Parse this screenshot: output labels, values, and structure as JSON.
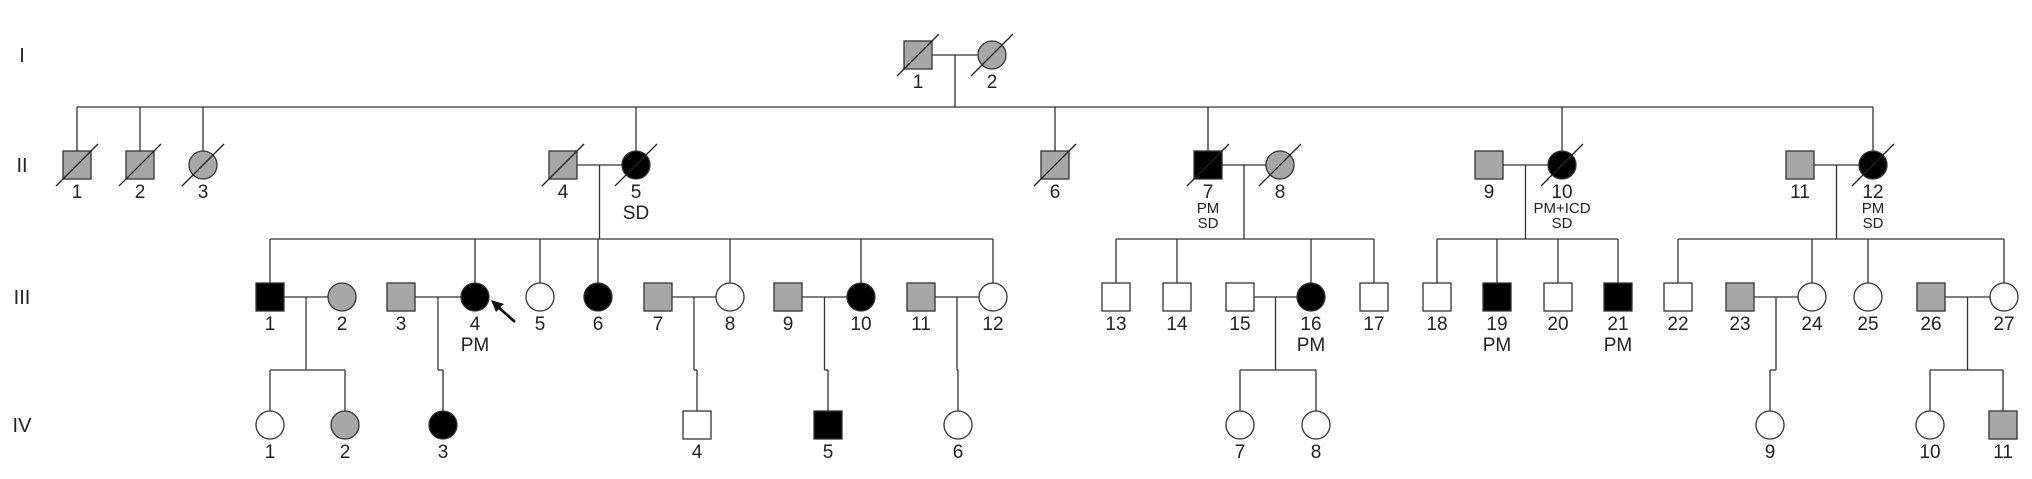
{
  "generations": [
    "I",
    "II",
    "III",
    "IV"
  ],
  "colors": {
    "affected": "#000000",
    "suspected": "#a7a7a7",
    "unaffected": "#ffffff",
    "line": "#333333"
  },
  "people": [
    {
      "id": "I-1",
      "gen": "I",
      "label": "1",
      "sex": "male",
      "status": "suspected",
      "deceased": true
    },
    {
      "id": "I-2",
      "gen": "I",
      "label": "2",
      "sex": "female",
      "status": "suspected",
      "deceased": true
    },
    {
      "id": "II-1",
      "gen": "II",
      "label": "1",
      "sex": "male",
      "status": "suspected",
      "deceased": true
    },
    {
      "id": "II-2",
      "gen": "II",
      "label": "2",
      "sex": "male",
      "status": "suspected",
      "deceased": true
    },
    {
      "id": "II-3",
      "gen": "II",
      "label": "3",
      "sex": "female",
      "status": "suspected",
      "deceased": true
    },
    {
      "id": "II-4",
      "gen": "II",
      "label": "4",
      "sex": "male",
      "status": "suspected",
      "deceased": true
    },
    {
      "id": "II-5",
      "gen": "II",
      "label": "5",
      "sex": "female",
      "status": "affected",
      "deceased": true,
      "notes": [
        "SD"
      ]
    },
    {
      "id": "II-6",
      "gen": "II",
      "label": "6",
      "sex": "male",
      "status": "suspected",
      "deceased": true
    },
    {
      "id": "II-7",
      "gen": "II",
      "label": "7",
      "sex": "male",
      "status": "affected",
      "deceased": true,
      "notes": [
        "PM",
        "SD"
      ]
    },
    {
      "id": "II-8",
      "gen": "II",
      "label": "8",
      "sex": "female",
      "status": "suspected",
      "deceased": true
    },
    {
      "id": "II-9",
      "gen": "II",
      "label": "9",
      "sex": "male",
      "status": "suspected",
      "deceased": false
    },
    {
      "id": "II-10",
      "gen": "II",
      "label": "10",
      "sex": "female",
      "status": "affected",
      "deceased": true,
      "notes": [
        "PM+ICD",
        "SD"
      ]
    },
    {
      "id": "II-11",
      "gen": "II",
      "label": "11",
      "sex": "male",
      "status": "suspected",
      "deceased": false
    },
    {
      "id": "II-12",
      "gen": "II",
      "label": "12",
      "sex": "female",
      "status": "affected",
      "deceased": true,
      "notes": [
        "PM",
        "SD"
      ]
    },
    {
      "id": "III-1",
      "gen": "III",
      "label": "1",
      "sex": "male",
      "status": "affected"
    },
    {
      "id": "III-2",
      "gen": "III",
      "label": "2",
      "sex": "female",
      "status": "suspected"
    },
    {
      "id": "III-3",
      "gen": "III",
      "label": "3",
      "sex": "male",
      "status": "suspected"
    },
    {
      "id": "III-4",
      "gen": "III",
      "label": "4",
      "sex": "female",
      "status": "affected",
      "proband": true,
      "notes": [
        "PM"
      ]
    },
    {
      "id": "III-5",
      "gen": "III",
      "label": "5",
      "sex": "female",
      "status": "unaffected"
    },
    {
      "id": "III-6",
      "gen": "III",
      "label": "6",
      "sex": "female",
      "status": "affected"
    },
    {
      "id": "III-7",
      "gen": "III",
      "label": "7",
      "sex": "male",
      "status": "suspected"
    },
    {
      "id": "III-8",
      "gen": "III",
      "label": "8",
      "sex": "female",
      "status": "unaffected"
    },
    {
      "id": "III-9",
      "gen": "III",
      "label": "9",
      "sex": "male",
      "status": "suspected"
    },
    {
      "id": "III-10",
      "gen": "III",
      "label": "10",
      "sex": "female",
      "status": "affected"
    },
    {
      "id": "III-11",
      "gen": "III",
      "label": "11",
      "sex": "male",
      "status": "suspected"
    },
    {
      "id": "III-12",
      "gen": "III",
      "label": "12",
      "sex": "female",
      "status": "unaffected"
    },
    {
      "id": "III-13",
      "gen": "III",
      "label": "13",
      "sex": "male",
      "status": "unaffected"
    },
    {
      "id": "III-14",
      "gen": "III",
      "label": "14",
      "sex": "male",
      "status": "unaffected"
    },
    {
      "id": "III-15",
      "gen": "III",
      "label": "15",
      "sex": "male",
      "status": "unaffected"
    },
    {
      "id": "III-16",
      "gen": "III",
      "label": "16",
      "sex": "female",
      "status": "affected",
      "notes": [
        "PM"
      ]
    },
    {
      "id": "III-17",
      "gen": "III",
      "label": "17",
      "sex": "male",
      "status": "unaffected"
    },
    {
      "id": "III-18",
      "gen": "III",
      "label": "18",
      "sex": "male",
      "status": "unaffected"
    },
    {
      "id": "III-19",
      "gen": "III",
      "label": "19",
      "sex": "male",
      "status": "affected",
      "notes": [
        "PM"
      ]
    },
    {
      "id": "III-20",
      "gen": "III",
      "label": "20",
      "sex": "male",
      "status": "unaffected"
    },
    {
      "id": "III-21",
      "gen": "III",
      "label": "21",
      "sex": "male",
      "status": "affected",
      "notes": [
        "PM"
      ]
    },
    {
      "id": "III-22",
      "gen": "III",
      "label": "22",
      "sex": "male",
      "status": "unaffected"
    },
    {
      "id": "III-23",
      "gen": "III",
      "label": "23",
      "sex": "male",
      "status": "suspected"
    },
    {
      "id": "III-24",
      "gen": "III",
      "label": "24",
      "sex": "female",
      "status": "unaffected"
    },
    {
      "id": "III-25",
      "gen": "III",
      "label": "25",
      "sex": "female",
      "status": "unaffected"
    },
    {
      "id": "III-26",
      "gen": "III",
      "label": "26",
      "sex": "male",
      "status": "suspected"
    },
    {
      "id": "III-27",
      "gen": "III",
      "label": "27",
      "sex": "female",
      "status": "unaffected"
    },
    {
      "id": "IV-1",
      "gen": "IV",
      "label": "1",
      "sex": "female",
      "status": "unaffected"
    },
    {
      "id": "IV-2",
      "gen": "IV",
      "label": "2",
      "sex": "female",
      "status": "suspected"
    },
    {
      "id": "IV-3",
      "gen": "IV",
      "label": "3",
      "sex": "female",
      "status": "affected"
    },
    {
      "id": "IV-4",
      "gen": "IV",
      "label": "4",
      "sex": "male",
      "status": "unaffected"
    },
    {
      "id": "IV-5",
      "gen": "IV",
      "label": "5",
      "sex": "male",
      "status": "affected"
    },
    {
      "id": "IV-6",
      "gen": "IV",
      "label": "6",
      "sex": "female",
      "status": "unaffected"
    },
    {
      "id": "IV-7",
      "gen": "IV",
      "label": "7",
      "sex": "female",
      "status": "unaffected"
    },
    {
      "id": "IV-8",
      "gen": "IV",
      "label": "8",
      "sex": "female",
      "status": "unaffected"
    },
    {
      "id": "IV-9",
      "gen": "IV",
      "label": "9",
      "sex": "female",
      "status": "unaffected"
    },
    {
      "id": "IV-10",
      "gen": "IV",
      "label": "10",
      "sex": "female",
      "status": "unaffected"
    },
    {
      "id": "IV-11",
      "gen": "IV",
      "label": "11",
      "sex": "male",
      "status": "suspected"
    }
  ],
  "couples": [
    [
      "I-1",
      "I-2"
    ],
    [
      "II-4",
      "II-5"
    ],
    [
      "II-7",
      "II-8"
    ],
    [
      "II-9",
      "II-10"
    ],
    [
      "II-11",
      "II-12"
    ],
    [
      "III-1",
      "III-2"
    ],
    [
      "III-3",
      "III-4"
    ],
    [
      "III-7",
      "III-8"
    ],
    [
      "III-9",
      "III-10"
    ],
    [
      "III-11",
      "III-12"
    ],
    [
      "III-15",
      "III-16"
    ],
    [
      "III-23",
      "III-24"
    ],
    [
      "III-26",
      "III-27"
    ]
  ],
  "sibships": [
    {
      "parents": [
        "I-1",
        "I-2"
      ],
      "children": [
        "II-1",
        "II-2",
        "II-3",
        "II-5",
        "II-6",
        "II-7",
        "II-10",
        "II-12"
      ]
    },
    {
      "parents": [
        "II-4",
        "II-5"
      ],
      "children": [
        "III-1",
        "III-4",
        "III-5",
        "III-6",
        "III-8",
        "III-10",
        "III-12"
      ]
    },
    {
      "parents": [
        "II-7",
        "II-8"
      ],
      "children": [
        "III-13",
        "III-14",
        "III-16",
        "III-17"
      ]
    },
    {
      "parents": [
        "II-9",
        "II-10"
      ],
      "children": [
        "III-18",
        "III-19",
        "III-20",
        "III-21"
      ]
    },
    {
      "parents": [
        "II-11",
        "II-12"
      ],
      "children": [
        "III-22",
        "III-24",
        "III-25",
        "III-27"
      ]
    },
    {
      "parents": [
        "III-1",
        "III-2"
      ],
      "children": [
        "IV-1",
        "IV-2"
      ]
    },
    {
      "parents": [
        "III-3",
        "III-4"
      ],
      "children": [
        "IV-3"
      ]
    },
    {
      "parents": [
        "III-7",
        "III-8"
      ],
      "children": [
        "IV-4"
      ]
    },
    {
      "parents": [
        "III-9",
        "III-10"
      ],
      "children": [
        "IV-5"
      ]
    },
    {
      "parents": [
        "III-11",
        "III-12"
      ],
      "children": [
        "IV-6"
      ]
    },
    {
      "parents": [
        "III-15",
        "III-16"
      ],
      "children": [
        "IV-7",
        "IV-8"
      ]
    },
    {
      "parents": [
        "III-23",
        "III-24"
      ],
      "children": [
        "IV-9"
      ]
    },
    {
      "parents": [
        "III-26",
        "III-27"
      ],
      "children": [
        "IV-10",
        "IV-11"
      ]
    }
  ]
}
